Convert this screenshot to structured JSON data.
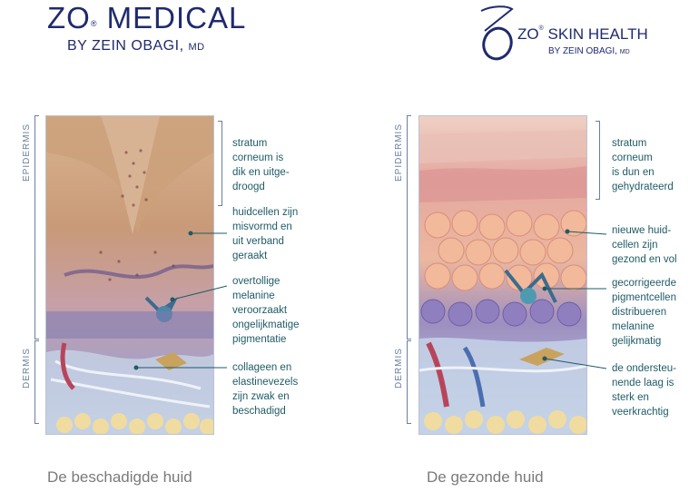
{
  "brand_left": {
    "name": "ZO",
    "registered": "®",
    "name2": "MEDICAL",
    "byline": "BY ZEIN OBAGI,",
    "byline_suffix": "MD"
  },
  "brand_right": {
    "name": "ZO",
    "registered": "®",
    "name2": "SKIN HEALTH",
    "byline": "BY ZEIN OBAGI,",
    "byline_suffix": "MD"
  },
  "layers": {
    "epidermis": "EPIDERMIS",
    "dermis": "DERMIS"
  },
  "left": {
    "caption": "De beschadigde huid",
    "annotations": [
      "stratum\ncorneum is\ndik en uitge-\ndroogd",
      "huidcellen zijn\nmisvormd en\nuit verband\ngeraakt",
      "overtollige\nmelanine\nveroorzaakt\nongelijkmatige\npigmentatie",
      "collageen en\nelastinevezels\nzijn zwak en\nbeschadigd"
    ]
  },
  "right": {
    "caption": "De gezonde huid",
    "annotations": [
      "stratum\ncorneum\nis dun en\ngehydrateerd",
      "nieuwe huid-\ncellen zijn\ngezond en vol",
      "gecorrigeerde\npigmentcellen\ndistribueren\nmelanine\ngelijkmatig",
      "de ondersteu-\nnende laag is\nsterk en\nveerkrachtig"
    ]
  },
  "colors": {
    "brand": "#1f2a6e",
    "annotation": "#1f5b66",
    "bracket": "#6b7fa0"
  }
}
